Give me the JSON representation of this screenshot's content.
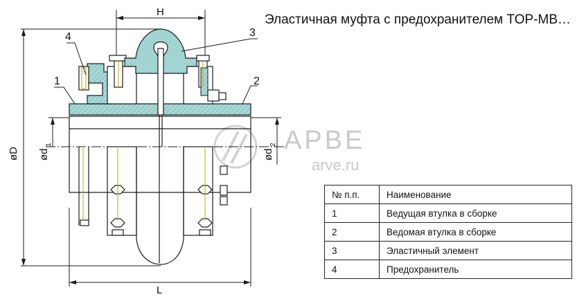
{
  "title": "Эластичная муфта с предохранителем TOP-MB…",
  "dimensions": {
    "H": "H",
    "L": "L",
    "D": "øD",
    "d1": "ød",
    "d1_sub": "1",
    "d2": "ød",
    "d2_sub": "2"
  },
  "callouts": [
    "1",
    "2",
    "3",
    "4"
  ],
  "watermark": {
    "brand": "АРВЕ",
    "site": "arve.ru"
  },
  "colors": {
    "teal": "#a8d8d6",
    "hatch": "#5aa7a3",
    "line": "#1a1a1a",
    "bolt": "#c9a400"
  },
  "table": {
    "headers": [
      "№ п.п.",
      "Наименование"
    ],
    "rows": [
      [
        "1",
        "Ведущая втулка в сборке"
      ],
      [
        "2",
        "Ведомая втулка в сборке"
      ],
      [
        "3",
        "Эластичный элемент"
      ],
      [
        "4",
        "Предохранитель"
      ]
    ]
  }
}
